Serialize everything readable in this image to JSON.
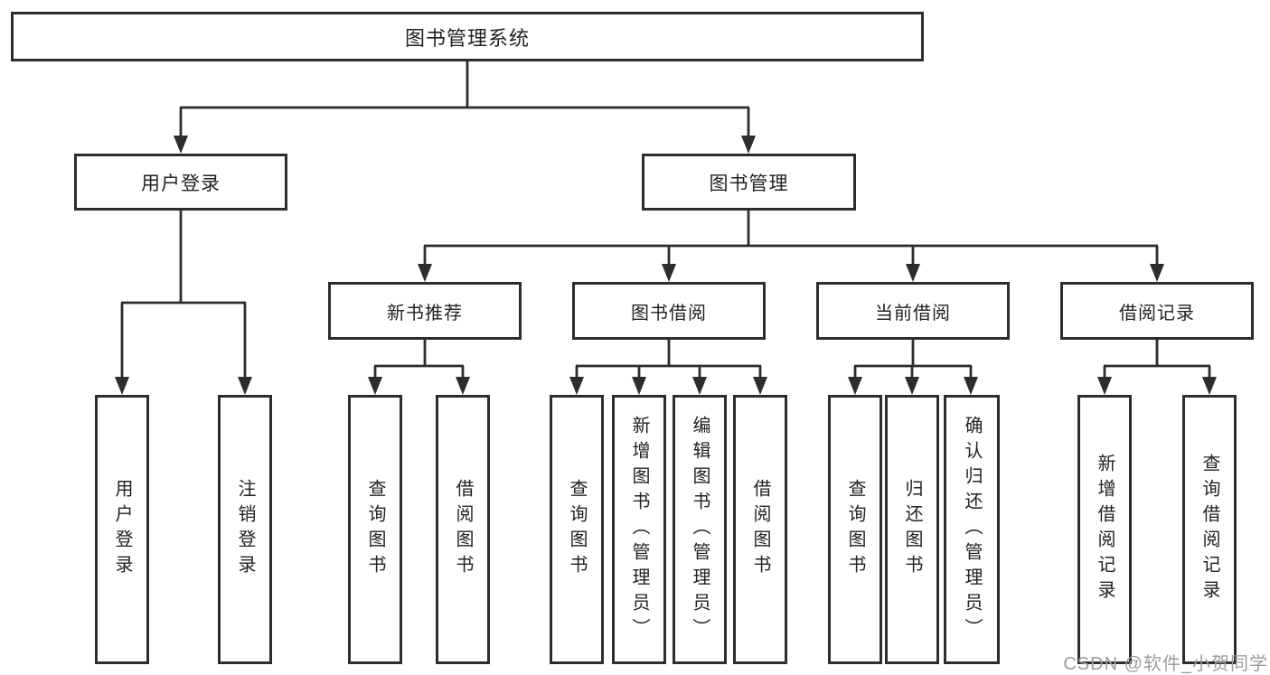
{
  "diagram": {
    "title": "图书管理系统",
    "root": "图书管理系统",
    "branches": {
      "user_login": "用户登录",
      "book_management": "图书管理"
    },
    "modules": {
      "new_book_recommend": "新书推荐",
      "book_borrow": "图书借阅",
      "current_borrow": "当前借阅",
      "borrow_record": "借阅记录"
    },
    "leaves": {
      "user_login": [
        "用户登录",
        "注销登录"
      ],
      "new_book_recommend": [
        "查询图书",
        "借阅图书"
      ],
      "book_borrow": [
        "查询图书",
        "新增图书（管理员）",
        "编辑图书（管理员）",
        "借阅图书"
      ],
      "current_borrow": [
        "查询图书",
        "归还图书",
        "确认归还（管理员）"
      ],
      "borrow_record": [
        "新增借阅记录",
        "查询借阅记录"
      ]
    }
  },
  "watermark": "CSDN @软件_小贺同学",
  "colors": {
    "line": "#2d2d2d",
    "box_border": "#2d2d2d",
    "text": "#222222",
    "background": "#ffffff",
    "watermark": "#9c9c9c"
  }
}
